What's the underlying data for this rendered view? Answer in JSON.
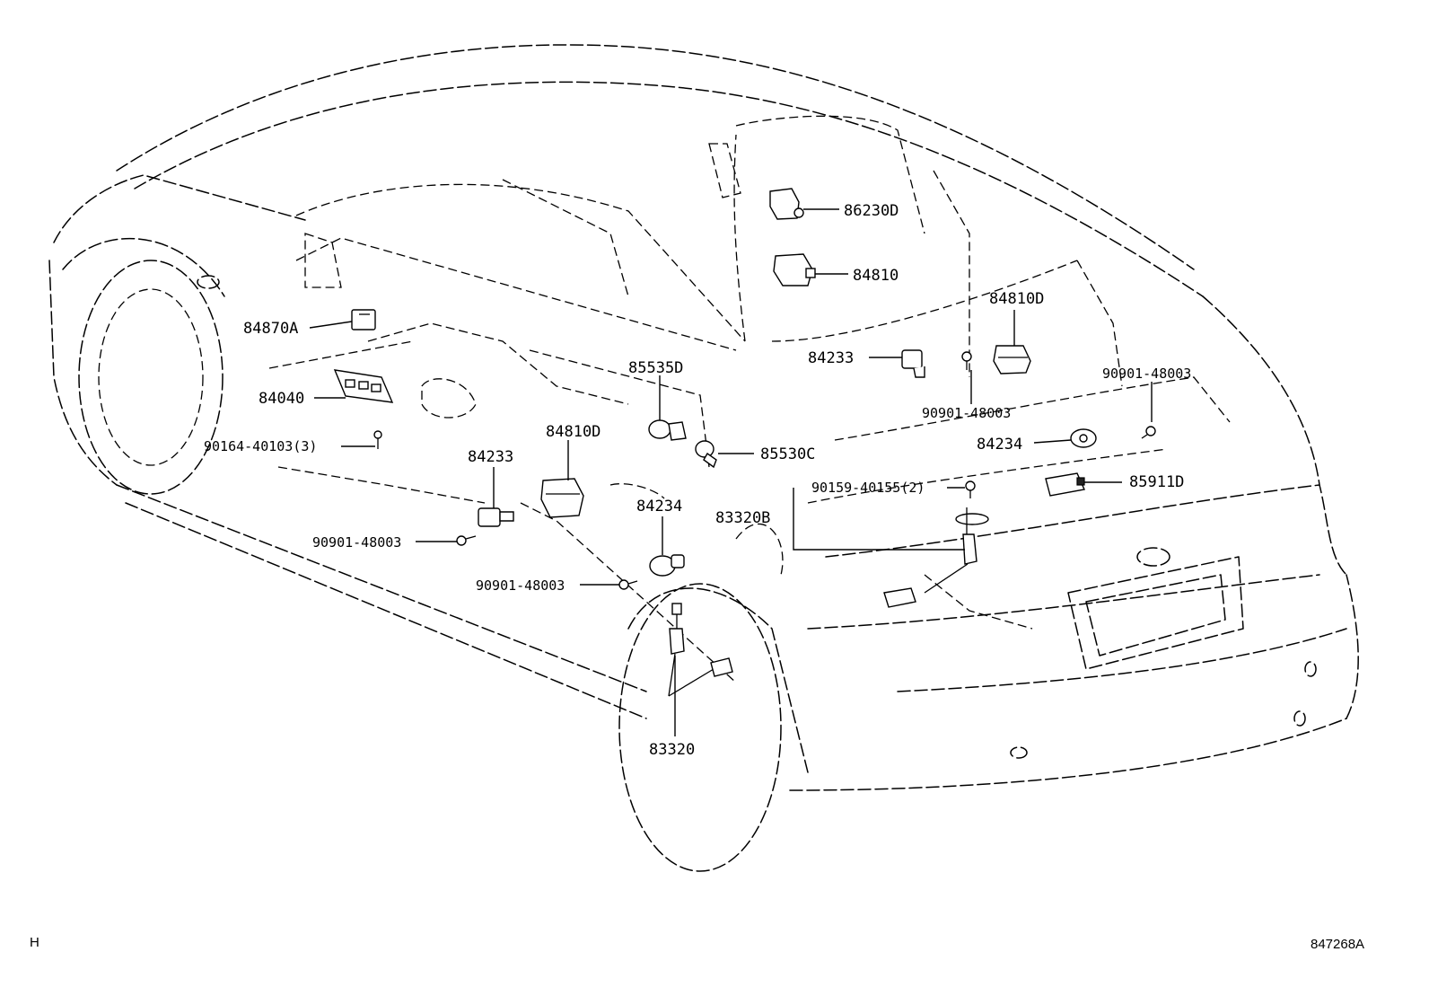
{
  "labels": {
    "p86230D": "86230D",
    "p84810_top": "84810",
    "p84810D_right": "84810D",
    "p84233_right": "84233",
    "p90901_right_a": "90901-48003",
    "p90901_right_b": "90901-48003",
    "p84234_right": "84234",
    "p85911D": "85911D",
    "p90159": "90159-40155(2)",
    "p83320B": "83320B",
    "p84870A": "84870A",
    "p84040": "84040",
    "p90164": "90164-40103(3)",
    "p85535D": "85535D",
    "p84810D_mid": "84810D",
    "p85530C": "85530C",
    "p84233_left": "84233",
    "p90901_left_a": "90901-48003",
    "p84234_mid": "84234",
    "p90901_left_b": "90901-48003",
    "p83320": "83320"
  },
  "footer": {
    "left_mark": "H",
    "figure_number": "847268A"
  }
}
